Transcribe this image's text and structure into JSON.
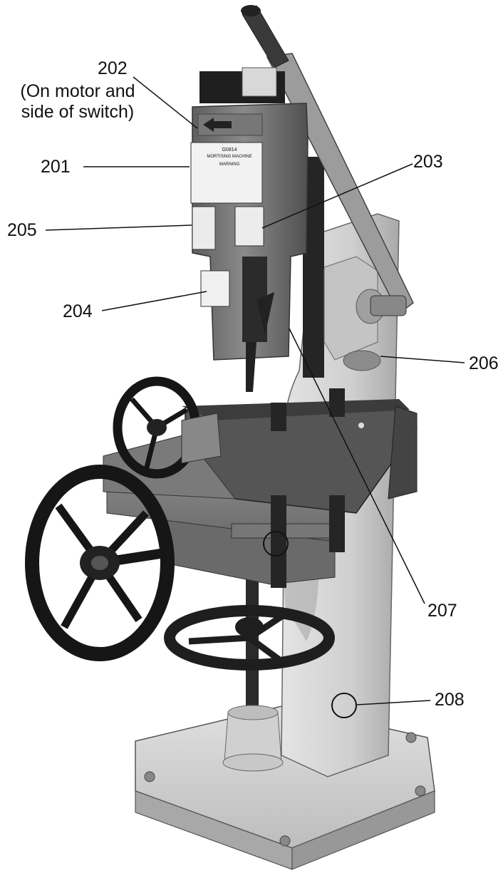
{
  "callouts": {
    "c202": {
      "number": "202",
      "note_line1": "(On motor and",
      "note_line2": "side of switch)"
    },
    "c201": {
      "number": "201"
    },
    "c203": {
      "number": "203"
    },
    "c205": {
      "number": "205"
    },
    "c204": {
      "number": "204"
    },
    "c206": {
      "number": "206"
    },
    "c207": {
      "number": "207"
    },
    "c208": {
      "number": "208"
    }
  },
  "machine_label": {
    "model": "G0814",
    "name": "MORTISING MACHINE",
    "warning": "WARNING"
  },
  "colors": {
    "line": "#111111",
    "motor": "#7a7a7a",
    "column": "#cfcfcf",
    "base": "#d6d6d6",
    "cast_dark": "#2a2a2a"
  }
}
